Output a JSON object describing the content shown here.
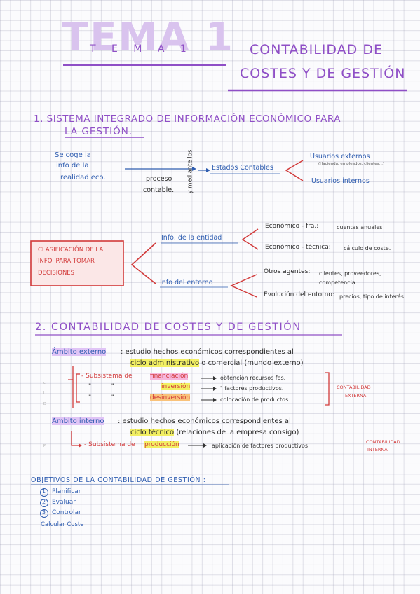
{
  "title": {
    "big": "TEMA 1",
    "spaced": "T E M A 1",
    "line1": "CONTABILIDAD DE",
    "line2": "COSTES Y DE GESTIÓN"
  },
  "section1": {
    "heading_line1": "1. SISTEMA INTEGRADO DE INFORMACIÓN ECONÓMICO PARA",
    "heading_line2": "LA GESTIÓN.",
    "source_l1": "Se coge la",
    "source_l2": "info de la",
    "source_l3": "realidad eco.",
    "process_l1": "proceso",
    "process_l2": "contable.",
    "vertical_note": "y mediante los",
    "statements": "Estados Contables",
    "users_external": "Usuarios externos",
    "users_external_note": "(Hacienda, empleados, clientes…)",
    "users_internal": "Usuarios internos"
  },
  "classification": {
    "box_l1": "CLASIFICACIÓN DE LA",
    "box_l2": "INFO. PARA TOMAR",
    "box_l3": "DECISIONES",
    "entity": "Info. de la entidad",
    "entity_items": [
      {
        "label": "Económico - fra.:",
        "value": "cuentas anuales"
      },
      {
        "label": "Económico - técnica:",
        "value": "cálculo de coste."
      }
    ],
    "environment": "Info del entorno",
    "environment_items": [
      {
        "label": "Otros agentes:",
        "value": "clientes, proveedores, competencia…"
      },
      {
        "label": "Evolución del entorno:",
        "value": "precios, tipo de interés."
      }
    ]
  },
  "section2": {
    "heading": "2. CONTABILIDAD DE COSTES Y DE GESTIÓN",
    "external_scope": "Ámbito externo",
    "external_text_l1": ": estudio hechos económicos correspondientes al",
    "external_cycle": "ciclo administrativo",
    "external_text_l2": "o comercial (mundo externo)",
    "sub_rows": [
      {
        "prefix": "- Subsistema de",
        "topic": "financiación",
        "arrow_text": "obtención recursos fos.",
        "hl": "hl-pink"
      },
      {
        "prefix": "\"          \"",
        "topic": "inversión",
        "arrow_text": "\" factores productivos.",
        "hl": "hl-yellow"
      },
      {
        "prefix": "\"          \"",
        "topic": "desinversión",
        "arrow_text": "colocación de productos.",
        "hl": "hl-orange"
      }
    ],
    "external_label_l1": "CONTABILIDAD",
    "external_label_l2": "EXTERNA",
    "internal_scope": "Ámbito interno",
    "internal_text_l1": ": estudio hechos económicos correspondientes al",
    "internal_cycle": "ciclo técnico",
    "internal_text_l2": "(relaciones de la empresa consigo)",
    "internal_sub_prefix": "- Subsistema de",
    "internal_sub_topic": "producción",
    "internal_sub_arrow_text": "aplicación de factores productivos",
    "internal_label_l1": "CONTABILIDAD",
    "internal_label_l2": "INTERNA."
  },
  "objectives": {
    "heading": "OBJETIVOS DE LA CONTABILIDAD DE GESTIÓN :",
    "items": [
      {
        "num": "1",
        "text": "Planificar"
      },
      {
        "num": "2",
        "text": "Evaluar"
      },
      {
        "num": "3",
        "text": "Controlar"
      }
    ],
    "extra": "Calcular Coste"
  },
  "colors": {
    "purple": "#8f4fc6",
    "blue": "#2f5db0",
    "red": "#d23a3a",
    "highlight_yellow": "#f2ef63",
    "highlight_pink": "#f6b6dc",
    "highlight_violet": "#e0c4f6"
  }
}
